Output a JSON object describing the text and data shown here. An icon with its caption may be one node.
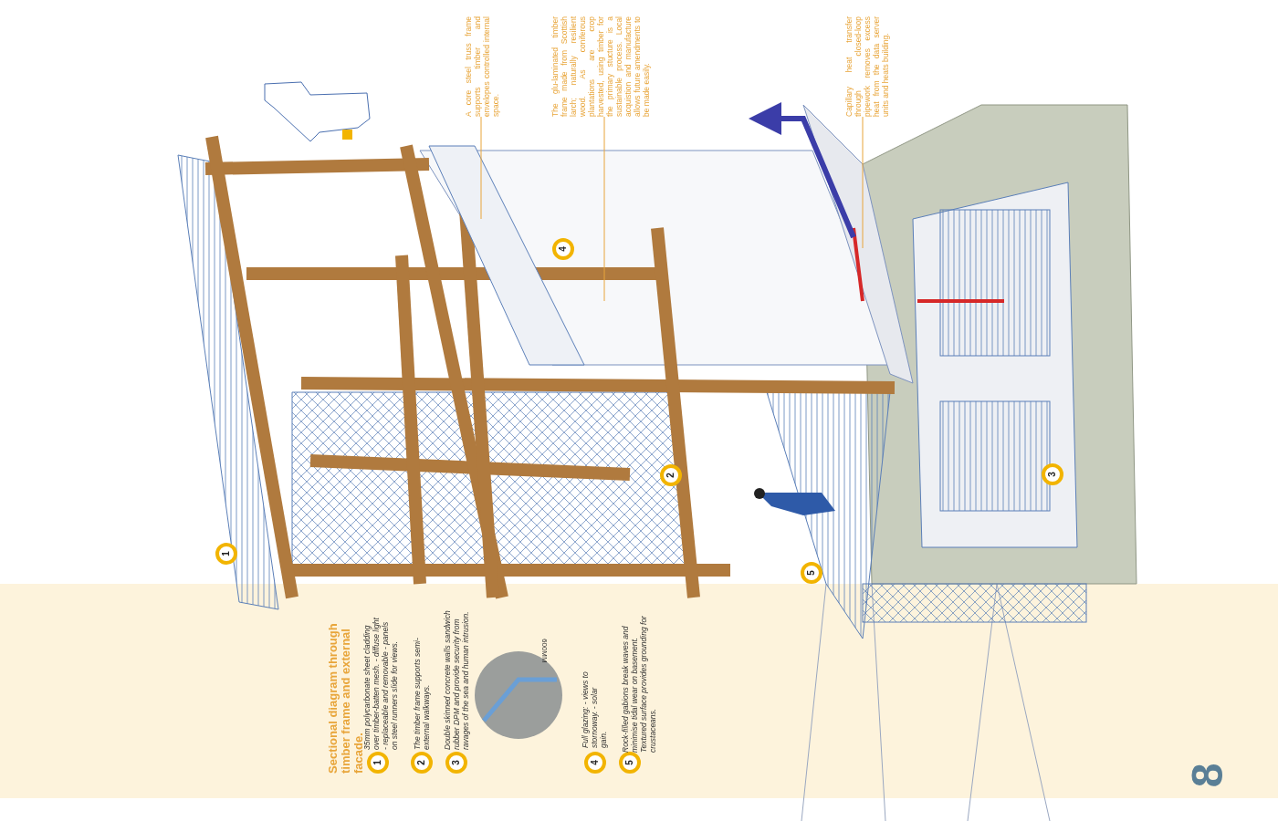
{
  "diagram": {
    "title": "Sectional diagram through timber frame and external facade.",
    "nodes": [
      {
        "text": [
          "A core steel truss frame supports timber and envelopes controlled internal space."
        ]
      },
      {
        "text": [
          "The glu-laminated timber frame made from Scottish larch; naturally resilient wood. As coniferous plantations are crop harvested, using timber for the primary stucture is a sustainable process. Local acquistion and manufacture allows future amendments to be made easily."
        ]
      },
      {
        "text": [
          "Capillary heat transfer through closed-loop pipework removes excess heat from the data server units and heats building."
        ]
      }
    ],
    "edges": [
      {
        "from": 0,
        "to": null,
        "arrow": "none"
      },
      {
        "from": 1,
        "to": null,
        "arrow": "none"
      },
      {
        "from": 2,
        "to": null,
        "arrow": "none"
      }
    ],
    "labels": [
      "1",
      "35mm polycarbonate sheet cladding over timber-batten mesh. - diffuse light - replaceable and removable - panels on steel runners slide for views.",
      "2",
      "The timber frame supports semi-external walkways.",
      "3",
      "Double skinned concrete walls sandwich rubber DPM and provide security from ravages of the sea and human intrusion.",
      "600MM",
      "4",
      "Full glazing: - views to stornoway. - solar gain.",
      "5",
      "Rock-filled gabions break waves and minimise tidal wear on basement. Textured surface provides grounding for crustaceans.",
      "4",
      "2",
      "3",
      "1",
      "5",
      "8"
    ]
  }
}
